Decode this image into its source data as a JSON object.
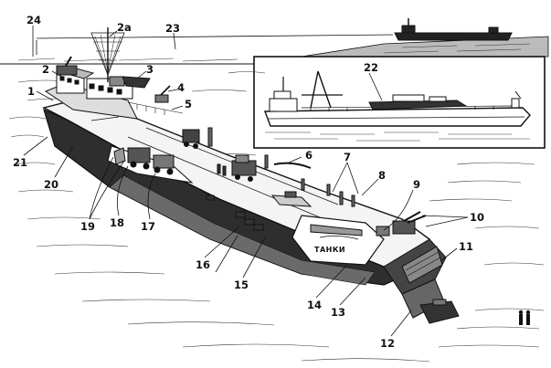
{
  "labels": {
    "n1": "1",
    "n2": "2",
    "n2a": "2a",
    "n3": "3",
    "n4": "4",
    "n5": "5",
    "n6": "6",
    "n7": "7",
    "n8": "8",
    "n9": "9",
    "n10": "10",
    "n11": "11",
    "n12": "12",
    "n13": "13",
    "n14": "14",
    "n15": "15",
    "n16": "16",
    "n17": "17",
    "n18": "18",
    "n19": "19",
    "n20": "20",
    "n21": "21",
    "n22": "22",
    "n23": "23",
    "n24": "24"
  },
  "hull_text": "ТАНКИ",
  "colors": {
    "ink": "#111111",
    "paper": "#ffffff",
    "shade": "#3a3a3a"
  }
}
